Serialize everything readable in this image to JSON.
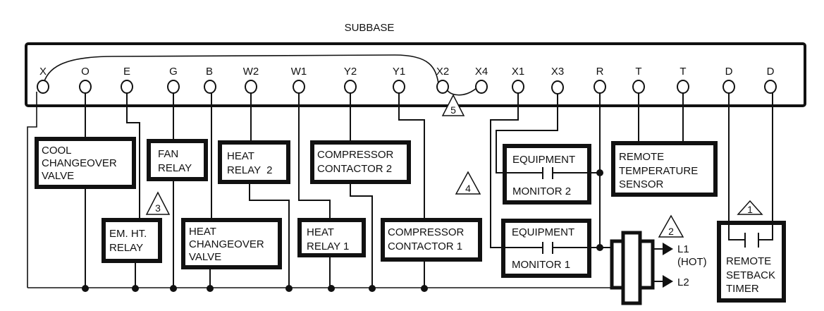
{
  "title": "SUBBASE",
  "terminals": [
    "X",
    "O",
    "E",
    "G",
    "B",
    "W2",
    "W1",
    "Y2",
    "Y1",
    "X2",
    "X4",
    "X1",
    "X3",
    "R",
    "T",
    "T",
    "D",
    "D"
  ],
  "components": {
    "cool_changeover_valve": [
      "COOL",
      "CHANGEOVER",
      "VALVE"
    ],
    "fan_relay": [
      "FAN",
      "RELAY"
    ],
    "heat_relay_2": [
      "HEAT",
      "RELAY  2"
    ],
    "compressor_contactor_2": [
      "COMPRESSOR",
      "CONTACTOR 2"
    ],
    "em_ht_relay": [
      "EM. HT.",
      "RELAY"
    ],
    "heat_changeover_valve": [
      "HEAT",
      "CHANGEOVER",
      "VALVE"
    ],
    "heat_relay_1": [
      "HEAT",
      "RELAY 1"
    ],
    "compressor_contactor_1": [
      "COMPRESSOR",
      "CONTACTOR 1"
    ],
    "equipment_monitor_2": [
      "EQUIPMENT",
      "MONITOR 2"
    ],
    "equipment_monitor_1": [
      "EQUIPMENT",
      "MONITOR 1"
    ],
    "remote_temperature_sensor": [
      "REMOTE",
      "TEMPERATURE",
      "SENSOR"
    ],
    "remote_setback_timer": [
      "REMOTE",
      "SETBACK",
      "TIMER"
    ]
  },
  "power": {
    "l1": "L1",
    "l1_note": "(HOT)",
    "l2": "L2"
  },
  "notes": [
    "1",
    "2",
    "3",
    "4",
    "5"
  ]
}
